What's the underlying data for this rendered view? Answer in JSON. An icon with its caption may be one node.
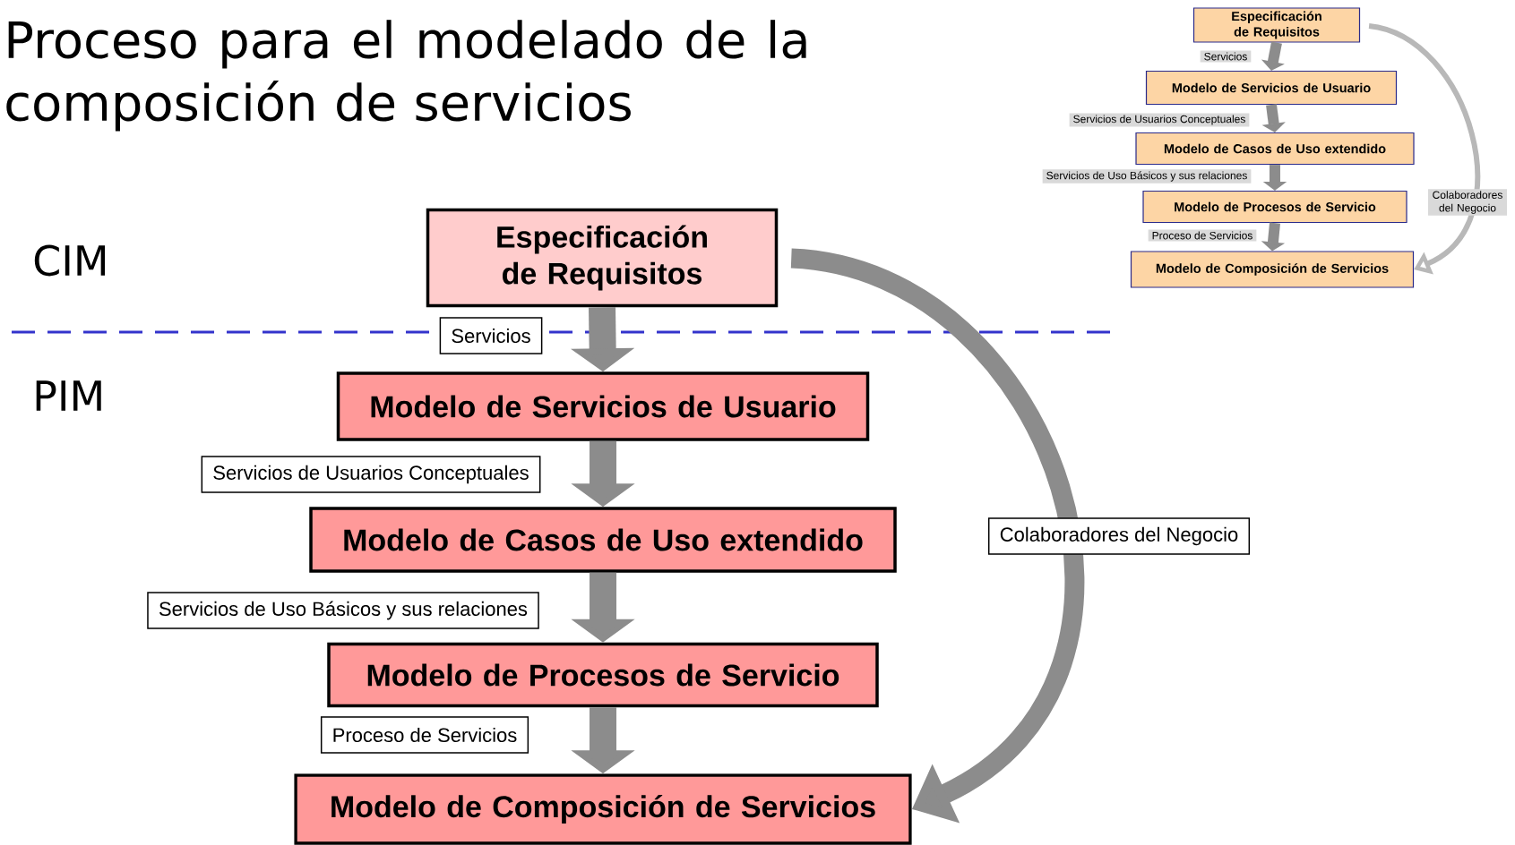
{
  "diagram": {
    "title": "Proceso para el modelado de la composición de servicios",
    "nodes": [
      {
        "text": [
          "Especificación de Requisitos"
        ]
      },
      {
        "text": [
          "Modelo de Servicios de Usuario"
        ]
      },
      {
        "text": [
          "Modelo de Casos de Uso extendido"
        ]
      },
      {
        "text": [
          "Modelo de Procesos de Servicio"
        ]
      },
      {
        "text": [
          "Modelo de Composición de Servicios"
        ]
      },
      {
        "text": [
          "Especificación de Requisitos"
        ]
      },
      {
        "text": [
          "Modelo de Servicios de Usuario"
        ]
      },
      {
        "text": [
          "Modelo de Casos de Uso extendido"
        ]
      },
      {
        "text": [
          "Modelo de Procesos de Servicio"
        ]
      },
      {
        "text": [
          "Modelo de Composición de Servicios"
        ]
      }
    ],
    "edges": [
      {
        "from": 0,
        "to": 1,
        "arrow": "to",
        "label": "Servicios",
        "style": "thick"
      },
      {
        "from": 1,
        "to": 2,
        "arrow": "to",
        "label": "Servicios de Usuarios Conceptuales",
        "style": "thick"
      },
      {
        "from": 2,
        "to": 3,
        "arrow": "to",
        "label": "Servicios de Uso Básicos y sus relaciones",
        "style": "thick"
      },
      {
        "from": 3,
        "to": 4,
        "arrow": "to",
        "label": "Proceso de Servicios",
        "style": "thick"
      },
      {
        "from": 0,
        "to": 4,
        "arrow": "to",
        "label": "Colaboradores del Negocio",
        "style": "thick"
      },
      {
        "from": 5,
        "to": 6,
        "arrow": "to",
        "label": "Servicios"
      },
      {
        "from": 6,
        "to": 7,
        "arrow": "to",
        "label": "Servicios de Usuarios Conceptuales"
      },
      {
        "from": 7,
        "to": 8,
        "arrow": "to",
        "label": "Servicios de Uso Básicos y sus relaciones"
      },
      {
        "from": 8,
        "to": 9,
        "arrow": "to",
        "label": "Proceso de Servicios"
      },
      {
        "from": 5,
        "to": 9,
        "arrow": "to",
        "label": "Colaboradores del Negocio",
        "color": "#b8b8b8"
      }
    ],
    "labels": [
      "CIM",
      "PIM"
    ]
  }
}
